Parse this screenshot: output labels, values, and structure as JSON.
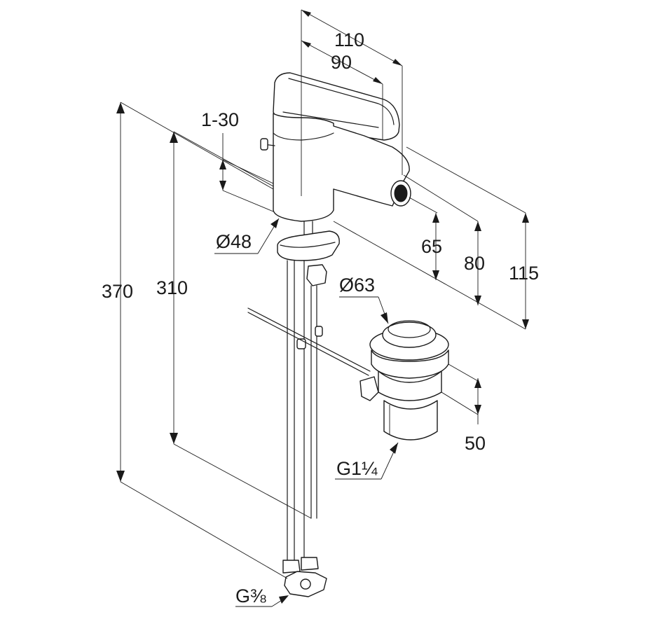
{
  "dimensions": {
    "d110": "110",
    "d90": "90",
    "d1_30": "1-30",
    "d48": "Ø48",
    "d370": "370",
    "d310": "310",
    "d65": "65",
    "d80": "80",
    "d115": "115",
    "d63": "Ø63",
    "d50": "50",
    "g1_1_4": "G1¼",
    "g3_8": "G⅜"
  }
}
